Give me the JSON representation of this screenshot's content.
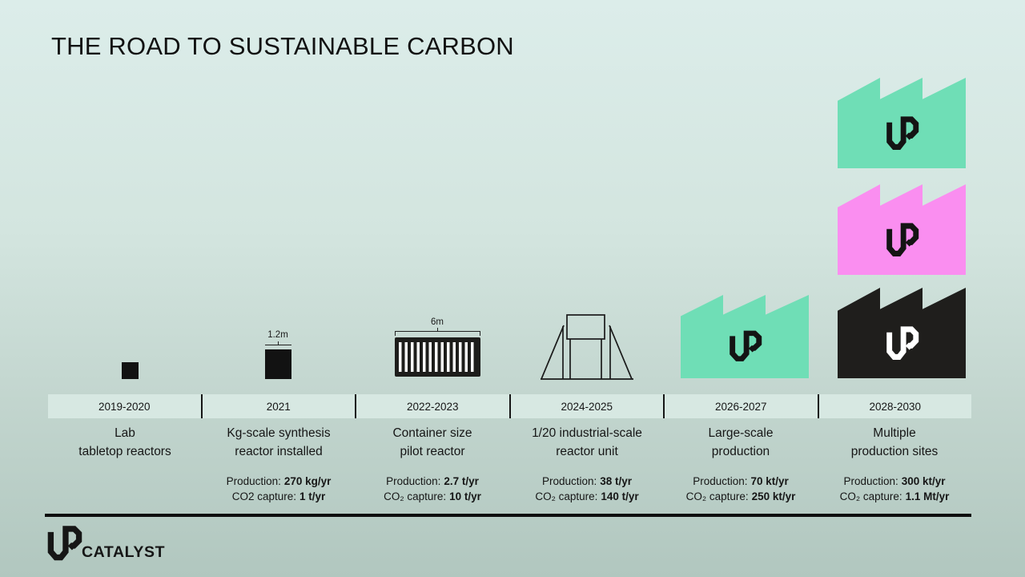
{
  "slide": {
    "title": "THE ROAD TO SUSTAINABLE CARBON"
  },
  "colors": {
    "green": "#6fdeb6",
    "pink": "#fa8ef0",
    "dark": "#1f1e1c"
  },
  "stages": [
    {
      "years": "2019-2020",
      "label": [
        "Lab",
        "tabletop reactors"
      ]
    },
    {
      "years": "2021",
      "label": [
        "Kg-scale synthesis",
        "reactor installed"
      ],
      "dimension": "1.2m",
      "production_label": "Production:",
      "production_value": "270 kg/yr",
      "capture_label": "CO2 capture:",
      "capture_value": "1 t/yr"
    },
    {
      "years": "2022-2023",
      "label": [
        "Container size",
        "pilot reactor"
      ],
      "dimension": "6m",
      "production_label": "Production:",
      "production_value": "2.7 t/yr",
      "capture_label": "CO₂ capture:",
      "capture_value": "10 t/yr"
    },
    {
      "years": "2024-2025",
      "label": [
        "1/20 industrial-scale",
        "reactor unit"
      ],
      "production_label": "Production:",
      "production_value": "38 t/yr",
      "capture_label": "CO₂ capture:",
      "capture_value": "140 t/yr"
    },
    {
      "years": "2026-2027",
      "label": [
        "Large-scale",
        "production"
      ],
      "production_label": "Production:",
      "production_value": "70 kt/yr",
      "capture_label": "CO₂ capture:",
      "capture_value": "250 kt/yr"
    },
    {
      "years": "2028-2030",
      "label": [
        "Multiple",
        "production sites"
      ],
      "production_label": "Production:",
      "production_value": "300 kt/yr",
      "capture_label": "CO₂ capture:",
      "capture_value": "1.1 Mt/yr"
    }
  ],
  "footer": {
    "brand": "CATALYST"
  }
}
